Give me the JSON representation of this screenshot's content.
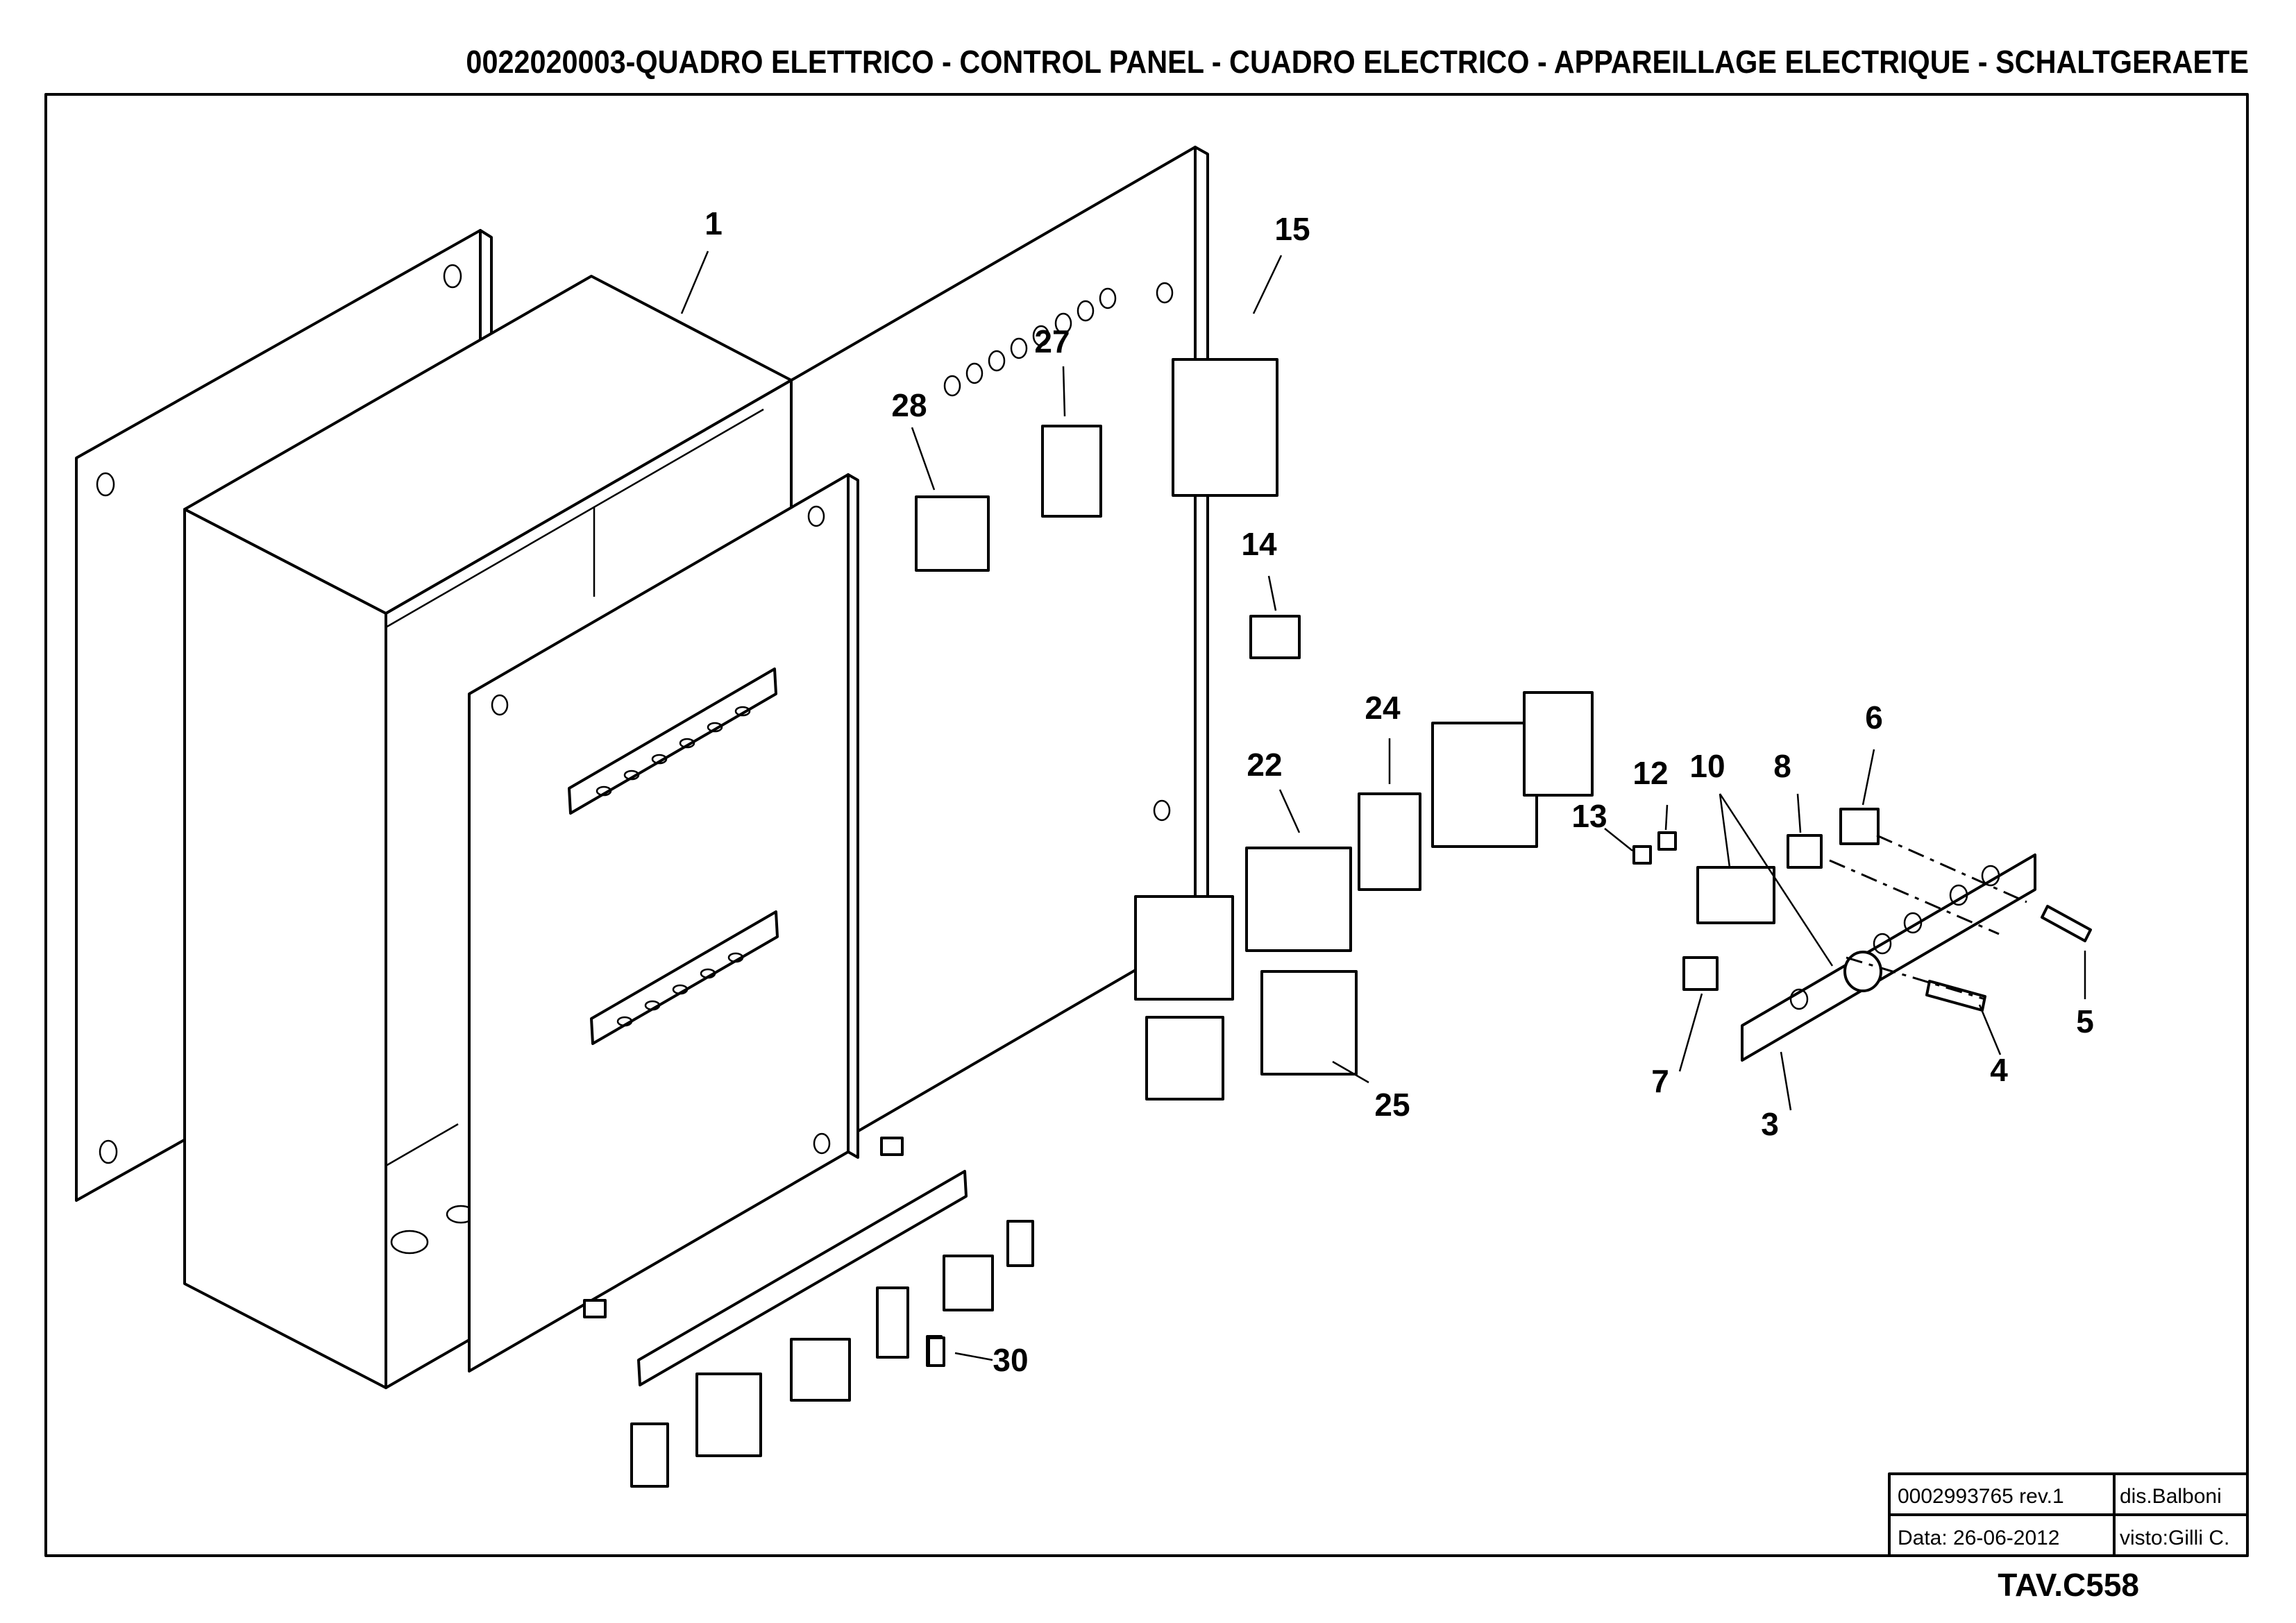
{
  "header": {
    "title": "0022020003-QUADRO ELETTRICO - CONTROL PANEL - CUADRO ELECTRICO - APPAREILLAGE ELECTRIQUE - SCHALTGERAETE"
  },
  "callouts": [
    "1",
    "3",
    "4",
    "5",
    "6",
    "7",
    "8",
    "10",
    "12",
    "13",
    "14",
    "15",
    "22",
    "24",
    "25",
    "27",
    "28",
    "30"
  ],
  "title_block": {
    "drawing_number": "0002993765 rev.1",
    "drawn_by": "dis.Balboni",
    "date": "Data:  26-06-2012",
    "checked_by": "visto:Gilli C."
  },
  "sheet_id": "TAV.C558"
}
